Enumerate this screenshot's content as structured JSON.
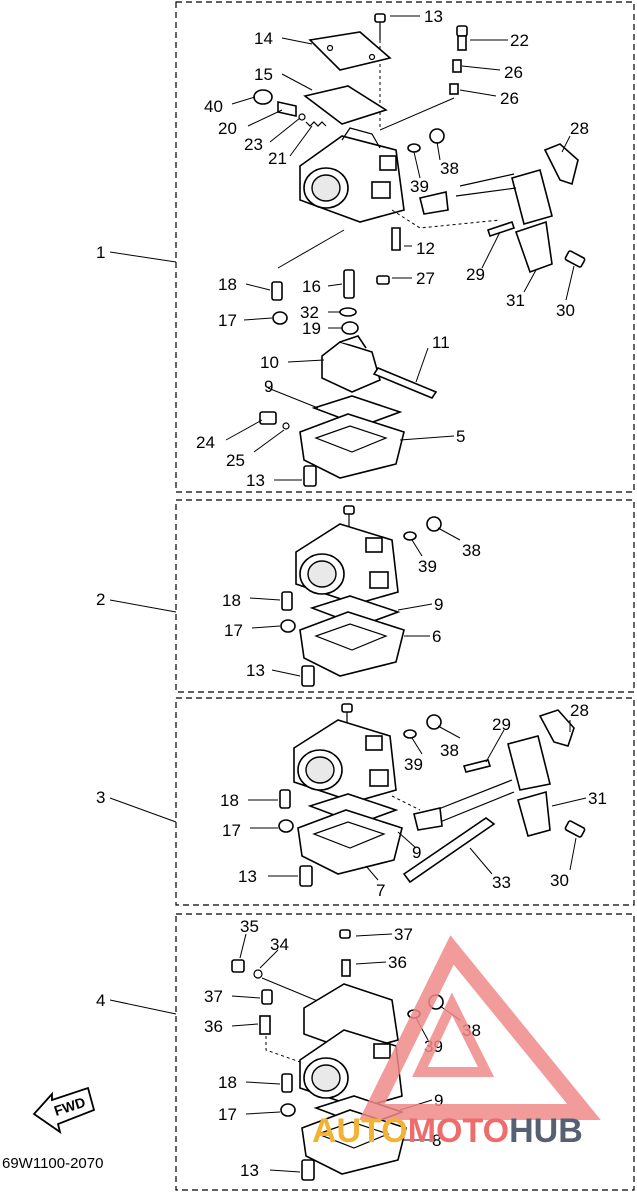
{
  "diagram": {
    "assembly_labels": [
      "1",
      "2",
      "3",
      "4"
    ],
    "drawing_code": "69W1100-2070",
    "fwd_label": "FWD",
    "callouts": {
      "s1": [
        "13",
        "14",
        "22",
        "26",
        "15",
        "26",
        "40",
        "20",
        "23",
        "21",
        "28",
        "38",
        "39",
        "12",
        "29",
        "18",
        "16",
        "27",
        "31",
        "30",
        "32",
        "17",
        "19",
        "10",
        "11",
        "9",
        "5",
        "24",
        "25",
        "13"
      ],
      "s2": [
        "38",
        "39",
        "18",
        "9",
        "17",
        "6",
        "13"
      ],
      "s3": [
        "29",
        "28",
        "38",
        "39",
        "31",
        "18",
        "17",
        "9",
        "13",
        "7",
        "33",
        "30"
      ],
      "s4": [
        "35",
        "37",
        "34",
        "36",
        "37",
        "38",
        "36",
        "39",
        "18",
        "9",
        "17",
        "8",
        "13"
      ]
    }
  },
  "watermark": {
    "part1": "AUTO",
    "part2": "MOTO",
    "part3": "HUB"
  }
}
